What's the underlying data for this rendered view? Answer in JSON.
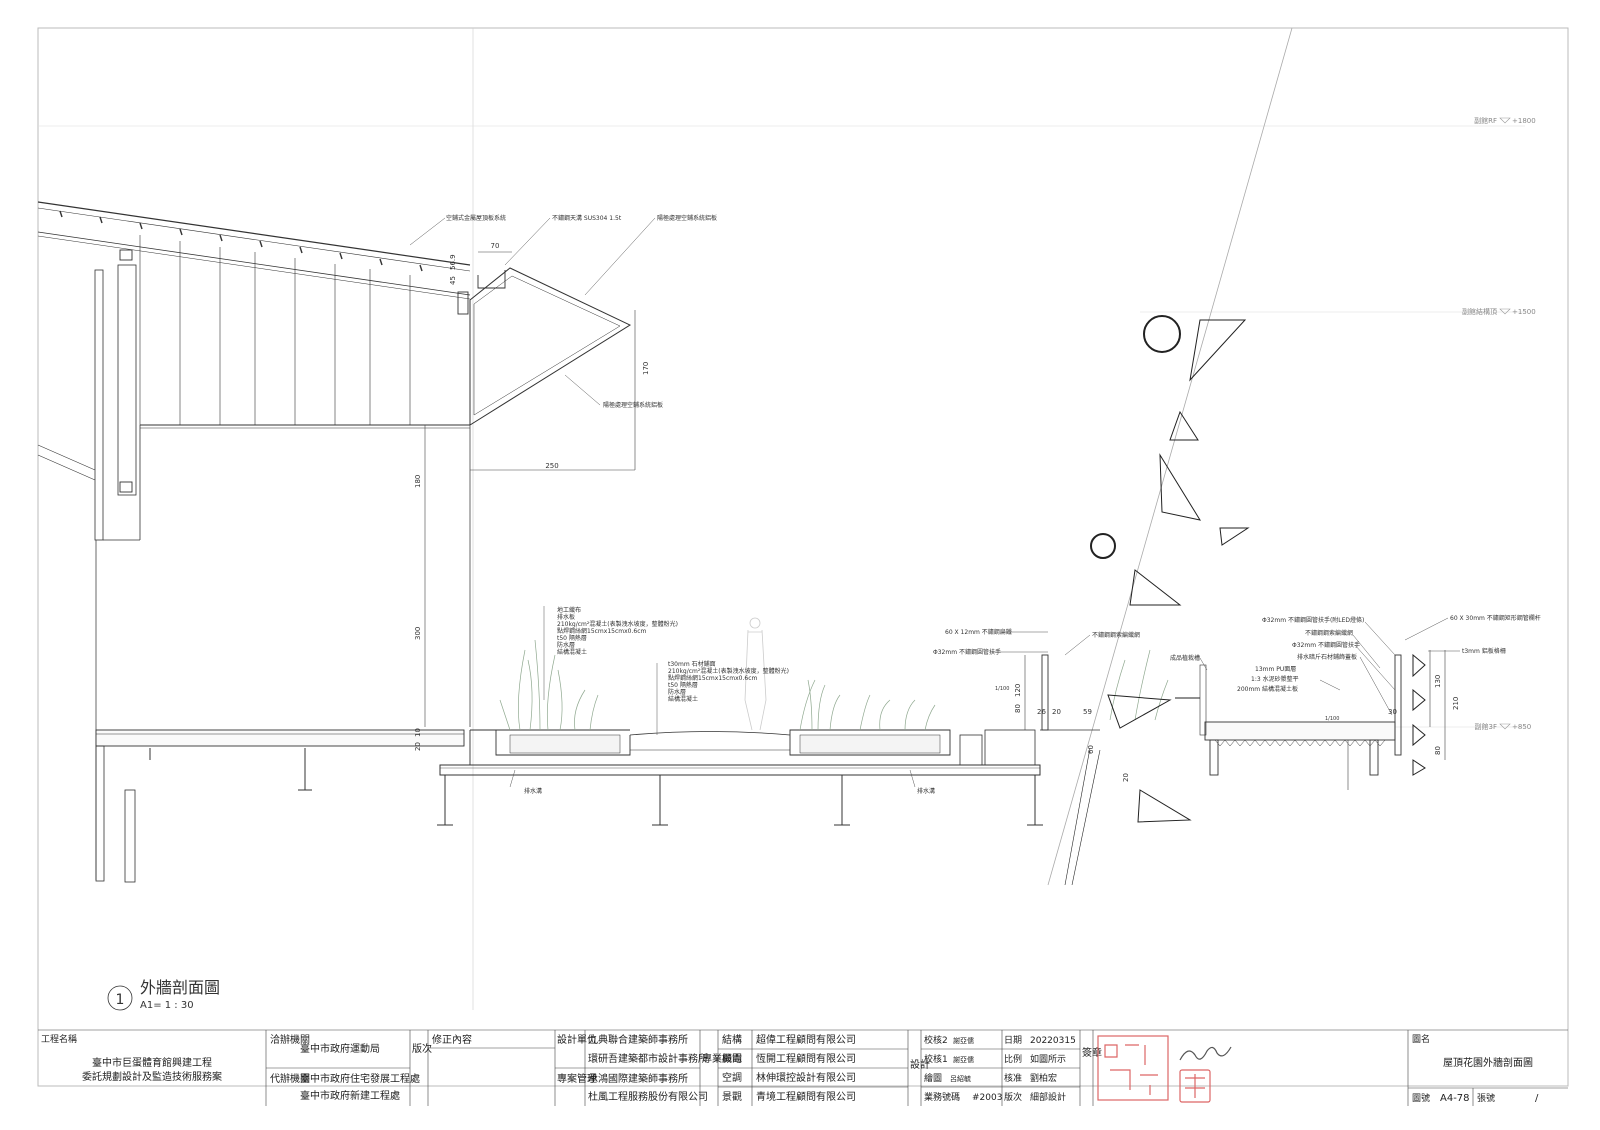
{
  "sheet": {
    "title": "外牆剖面圖",
    "number": "1",
    "scale": "A1= 1 : 30"
  },
  "levels": [
    {
      "label": "副館RF",
      "value": "+1800"
    },
    {
      "label": "副館結構頂",
      "value": "+1500"
    },
    {
      "label": "副館3F",
      "value": "+850"
    }
  ],
  "annotations": {
    "roof_metal": "空鋪式金屬屋頂板系統",
    "gutter": "不鏽鋼天溝 SUS304 1.5t",
    "anodized_top": "陽極處理空鋪系統鋁板",
    "anodized_bottom": "陽極處理空鋪系統鋁板",
    "drain_1": "排水溝",
    "drain_2": "排水溝",
    "flat_bar": "60 X 12mm 不鏽鋼扁鐵",
    "railing_32": "Φ32mm 不鏽鋼圓管扶手",
    "mesh": "不鏽鋼鋼索編織網",
    "planter": "成品植栽槽",
    "handrail_led": "Φ32mm 不鏽鋼圓管扶手(附LED燈條)",
    "mesh_2": "不鏽鋼鋼索編織網",
    "railing_32b": "Φ32mm 不鏽鋼圓管扶手",
    "stone_drain": "排水暗斤石材鋪飾蓋板",
    "rect_tube": "60 X 30mm 不鏽鋼矩形鋼管欄杆",
    "louver": "t3mm 鋁板格柵",
    "pu": "13mm PU面層",
    "mortar": "1:3 水泥砂漿整平",
    "slab": "200mm 結構混凝土板"
  },
  "layers_a": [
    "地工織布",
    "排水板",
    "210kg/cm²混凝土(表製洩水坡度，整體粉光)",
    "點焊鋼絲網15cmx15cmx0.6cm",
    "t50 隔熱層",
    "防水層",
    "結構混凝土"
  ],
  "layers_b": [
    "t30mm 石材鋪面",
    "210kg/cm²混凝土(表製洩水坡度，整體粉光)",
    "點焊鋼絲網15cmx15cmx0.6cm",
    "t50 隔熱層",
    "防水層",
    "結構混凝土"
  ],
  "dimensions": {
    "d70": "70",
    "d56": "56.9",
    "d45": "45",
    "d170": "170",
    "d250": "250",
    "d180": "180",
    "d300": "300",
    "d10": "10",
    "d20": "20",
    "d120": "120",
    "d80": "80",
    "d26": "26",
    "d20b": "20",
    "d59": "59",
    "d60": "60",
    "d20c": "20",
    "s1": "1/100",
    "s2": "1/100",
    "d30": "30",
    "d130": "130",
    "d210": "210",
    "d80b": "80"
  },
  "title_block": {
    "project_label": "工程名稱",
    "project_name": [
      "臺中市巨蛋體育館興建工程",
      "委託規劃設計及監造技術服務案"
    ],
    "agency_1_label": "洽辦機關",
    "agency_1": "臺中市政府運動局",
    "agency_2_label": "代辦機關",
    "agency_2": [
      "臺中市政府住宅發展工程處",
      "臺中市政府新建工程處"
    ],
    "revision_label": "版次",
    "revision_header": "修正內容",
    "design_label": "設計單位",
    "design_units": [
      "九典聯合建築師事務所",
      "環研吾建築都市設計事務所"
    ],
    "pm_label": "專案管理",
    "pm_units": [
      "承鴻國際建築師事務所",
      "杜風工程服務股份有限公司"
    ],
    "consult_label": "專業顧問",
    "consultants": [
      {
        "role": "結構",
        "name": "超偉工程顧問有限公司"
      },
      {
        "role": "機電",
        "name": "恆開工程顧問有限公司"
      },
      {
        "role": "空調",
        "name": "林伸環控設計有限公司"
      },
      {
        "role": "景觀",
        "name": "青境工程顧問有限公司"
      }
    ],
    "design_side_label": "設計",
    "checks": [
      {
        "label": "校核2",
        "value": "謝亞儒"
      },
      {
        "label": "校核1",
        "value": "謝亞儒"
      },
      {
        "label": "繪圖",
        "value": "呂紹毓"
      },
      {
        "label": "業務號碼",
        "value": "#2003"
      }
    ],
    "info": [
      {
        "label": "日期",
        "value": "20220315"
      },
      {
        "label": "比例",
        "value": "如圖所示"
      },
      {
        "label": "核准",
        "value": "劉柏宏"
      },
      {
        "label": "版次",
        "value": "細部設計"
      }
    ],
    "stamp_label": "簽章",
    "drawing_name_label": "圖名",
    "drawing_name": "屋頂花園外牆剖面圖",
    "drawing_no_label": "圖號",
    "drawing_no": "A4-78",
    "sheet_no_label": "張號",
    "sheet_no": "/"
  }
}
